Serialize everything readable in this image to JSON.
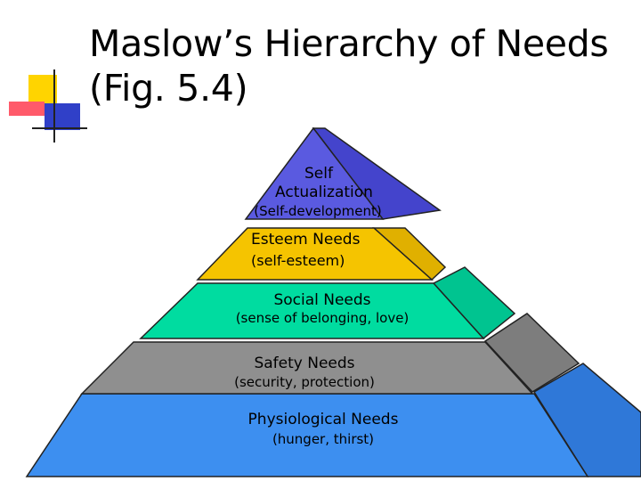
{
  "title": {
    "line1": "Maslow’s Hierarchy of Needs",
    "line2": "(Fig. 5.4)"
  },
  "colors": {
    "self": "#5555dd",
    "esteem": "#f5c400",
    "social": "#00dca0",
    "safety": "#8f8f8f",
    "physiological": "#3d8ff0",
    "deco_yellow": "#ffd400",
    "deco_red": "#ff5a6a",
    "deco_blue": "#3040c8"
  },
  "levels": {
    "self": {
      "label1": "Self",
      "label2": "Actualization",
      "sub": "(Self-development)"
    },
    "esteem": {
      "label": "Esteem Needs",
      "sub": "(self-esteem)"
    },
    "social": {
      "label": "Social Needs",
      "sub": "(sense of belonging, love)"
    },
    "safety": {
      "label": "Safety Needs",
      "sub": "(security, protection)"
    },
    "physiological": {
      "label": "Physiological Needs",
      "sub": "(hunger, thirst)"
    }
  }
}
